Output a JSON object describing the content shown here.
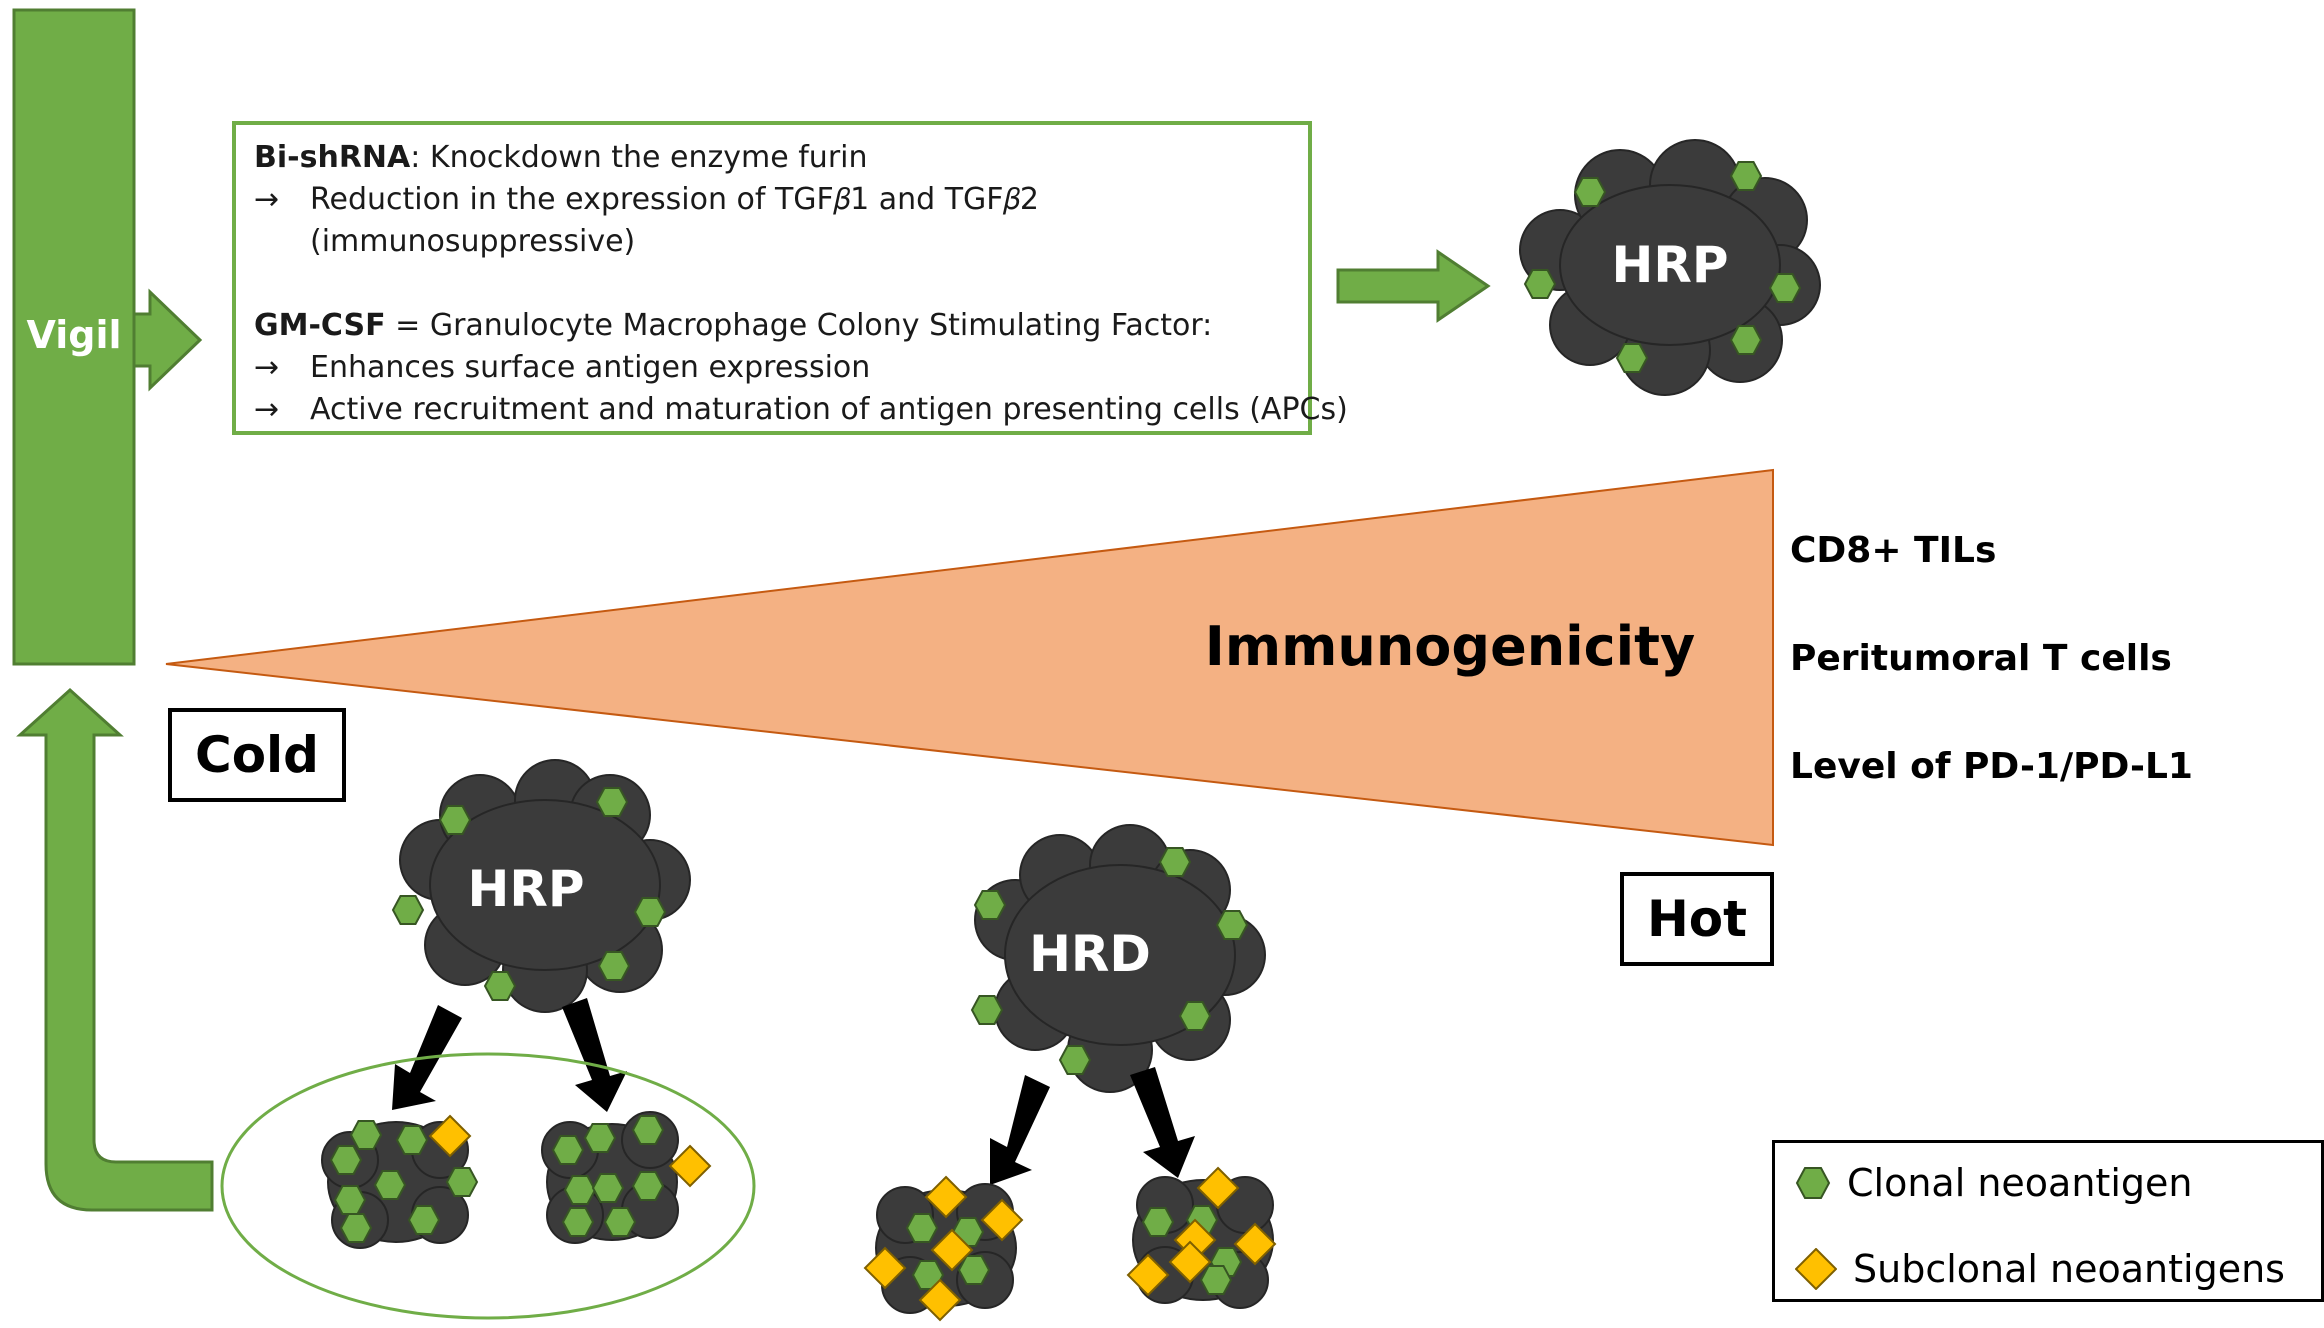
{
  "vigil": {
    "label": "Vigil"
  },
  "mechanism": {
    "bi_shrna_term": "Bi-shRNA",
    "bi_shrna_desc": ": Knockdown the enzyme furin",
    "arrow_glyph": "→",
    "reduction": "Reduction in the expression of TGF𝛽1 and TGF𝛽2",
    "reduction_cont": "(immunosuppressive)",
    "gmcsf_term": "GM-CSF",
    "gmcsf_desc": " = Granulocyte Macrophage Colony Stimulating Factor:",
    "enhances": "Enhances surface antigen expression",
    "recruitment": "Active recruitment and maturation of antigen presenting cells (APCs)"
  },
  "tumors": {
    "hrp_top": "HRP",
    "hrp_bottom": "HRP",
    "hrd": "HRD"
  },
  "gradient": {
    "label": "Immunogenicity",
    "cold": "Cold",
    "hot": "Hot",
    "color": "#f4b183"
  },
  "hot_features": [
    "CD8+ TILs",
    "Peritumoral T cells",
    "Level of PD-1/PD-L1"
  ],
  "legend": {
    "clonal": "Clonal neoantigen",
    "subclonal": "Subclonal neoantigens"
  },
  "colors": {
    "green_arrow": "#70ad47",
    "green_dark": "#507e32",
    "tumor": "#3b3b3b",
    "clonal": "#70ad47",
    "subclonal": "#ffc000"
  }
}
